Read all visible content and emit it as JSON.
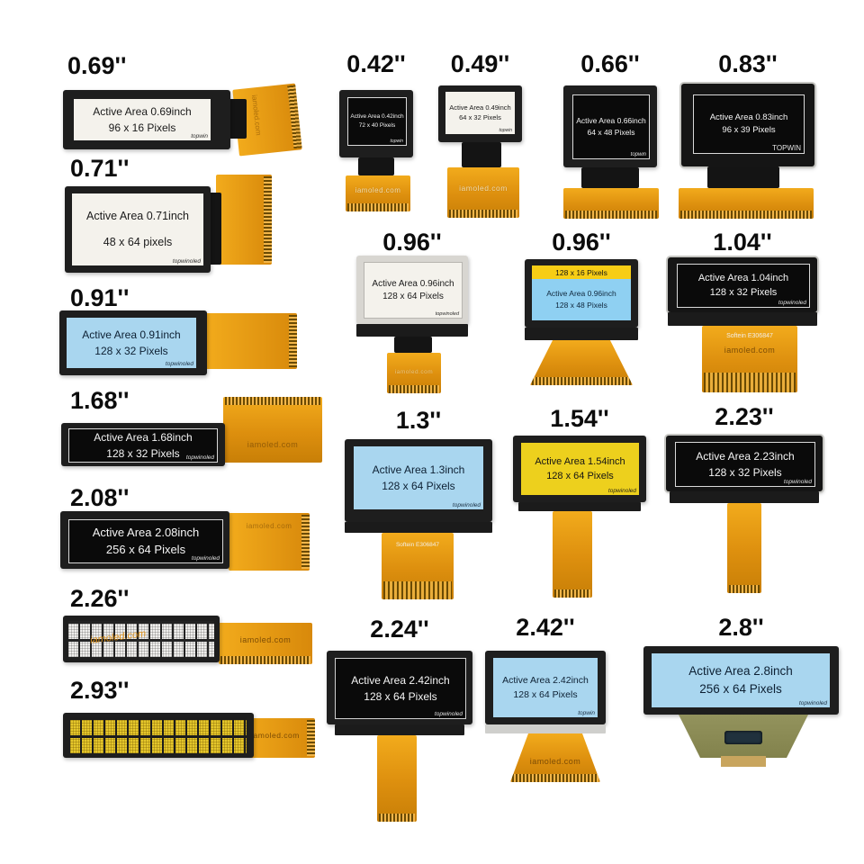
{
  "page": {
    "background": "#ffffff",
    "description": "OLED display module size comparison photo grid"
  },
  "colors": {
    "flex_orange": "#e09312",
    "screen_white": "#f4f2ec",
    "screen_black": "#0a0a0a",
    "screen_blue": "#a9d6ef",
    "screen_yellow": "#edd01d",
    "dual_band_yellow": "#f7cd15",
    "dual_blue": "#8fd0f2",
    "pcb_olive": "#8c8c56",
    "label_black": "#0c0c0c"
  },
  "modules": [
    {
      "size": "0.69''",
      "line1": "Active Area 0.69inch",
      "line2": "96 x 16 Pixels",
      "brand": "topwin",
      "flex_text": "iamoled.com"
    },
    {
      "size": "0.71''",
      "line1": "Active Area 0.71inch",
      "line2": "48 x 64 pixels",
      "brand": "topwinoled"
    },
    {
      "size": "0.91''",
      "line1": "Active Area 0.91inch",
      "line2": "128 x 32 Pixels",
      "brand": "topwinoled"
    },
    {
      "size": "1.68''",
      "line1": "Active Area 1.68inch",
      "line2": "128 x 32 Pixels",
      "brand": "topwinoled",
      "flex_text": "iamoled.com"
    },
    {
      "size": "2.08''",
      "line1": "Active Area 2.08inch",
      "line2": "256 x 64 Pixels",
      "brand": "topwinoled",
      "flex_text": "iamoled.com"
    },
    {
      "size": "2.26''",
      "watermark": "iamoled.com",
      "flex_text": "iamoled.com"
    },
    {
      "size": "2.93''",
      "flex_text": "iamoled.com"
    },
    {
      "size": "0.42''",
      "line1": "Active Area 0.42inch",
      "line2": "72 x 40 Pixels",
      "brand": "topwin",
      "flex_text": "iamoled.com"
    },
    {
      "size": "0.49''",
      "line1": "Active Area 0.49inch",
      "line2": "64 x 32 Pixels",
      "brand": "topwin",
      "flex_text": "iamoled.com"
    },
    {
      "size": "0.66''",
      "line1": "Active Area 0.66inch",
      "line2": "64 x 48 Pixels",
      "brand": "topwin"
    },
    {
      "size": "0.83''",
      "line1": "Active Area 0.83inch",
      "line2": "96 x 39 Pixels",
      "brand": "TOPWIN"
    },
    {
      "size": "0.96''",
      "line1": "Active Area 0.96inch",
      "line2": "128 x 64 Pixels",
      "brand": "topwinoled",
      "flex_text": "iamoled.com"
    },
    {
      "size": "0.96''",
      "band": "128 x 16 Pixels",
      "line1": "Active Area 0.96inch",
      "line2": "128 x 48 Pixels"
    },
    {
      "size": "1.04''",
      "line1": "Active Area 1.04inch",
      "line2": "128 x 32 Pixels",
      "brand": "topwinoled",
      "flex_marking": "Softein E306847",
      "flex_text": "iamoled.com"
    },
    {
      "size": "1.3''",
      "line1": "Active Area 1.3inch",
      "line2": "128 x 64 Pixels",
      "brand": "topwinoled",
      "flex_marking": "Softein E306847"
    },
    {
      "size": "1.54''",
      "line1": "Active Area 1.54inch",
      "line2": "128 x 64 Pixels",
      "brand": "topwinoled"
    },
    {
      "size": "2.23''",
      "line1": "Active Area 2.23inch",
      "line2": "128 x 32 Pixels",
      "brand": "topwinoled"
    },
    {
      "size": "2.24''",
      "line1": "Active Area 2.42inch",
      "line2": "128 x 64 Pixels",
      "brand": "topwinoled"
    },
    {
      "size": "2.42''",
      "line1": "Active Area 2.42inch",
      "line2": "128 x 64 Pixels",
      "brand": "topwin",
      "flex_text": "iamoled.com"
    },
    {
      "size": "2.8''",
      "line1": "Active Area 2.8inch",
      "line2": "256 x 64 Pixels",
      "brand": "topwinoled"
    }
  ]
}
